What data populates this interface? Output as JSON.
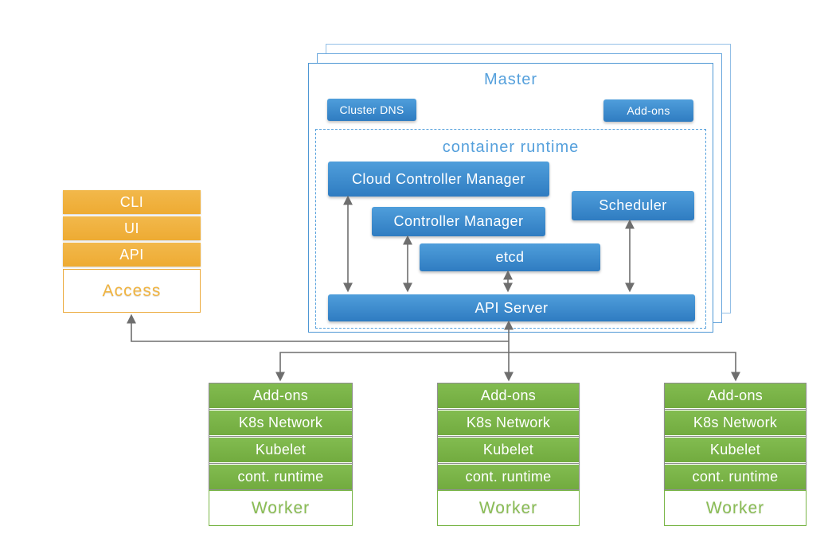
{
  "master": {
    "title": "Master",
    "cluster_dns_label": "Cluster DNS",
    "addons_label": "Add-ons",
    "container_runtime": {
      "title": "container runtime",
      "cloud_controller_manager": "Cloud Controller Manager",
      "controller_manager": "Controller Manager",
      "scheduler": "Scheduler",
      "etcd": "etcd",
      "api_server": "API Server"
    }
  },
  "access_stack": {
    "rows": [
      "CLI",
      "UI",
      "API"
    ],
    "base_label": "Access"
  },
  "worker_nodes": [
    {
      "rows": [
        "Add-ons",
        "K8s Network",
        "Kubelet",
        "cont. runtime"
      ],
      "base_label": "Worker"
    },
    {
      "rows": [
        "Add-ons",
        "K8s Network",
        "Kubelet",
        "cont. runtime"
      ],
      "base_label": "Worker"
    },
    {
      "rows": [
        "Add-ons",
        "K8s Network",
        "Kubelet",
        "cont. runtime"
      ],
      "base_label": "Worker"
    }
  ],
  "colors": {
    "component_blue": "#3d8cc9",
    "light_blue_accent": "#55a0dc",
    "access_orange": "#f0b240",
    "worker_green": "#7ab648",
    "arrow_gray": "#6e6e6e"
  }
}
